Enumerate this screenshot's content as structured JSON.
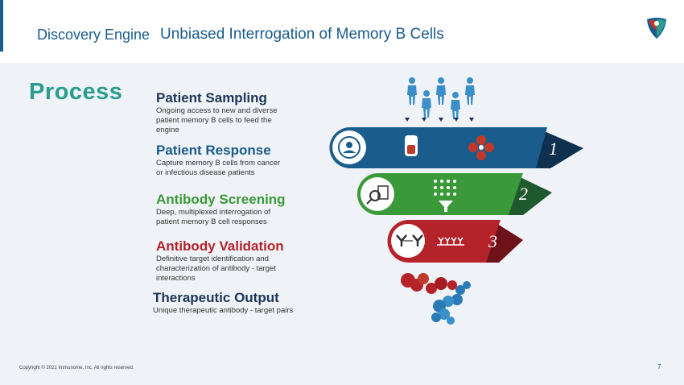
{
  "header": {
    "section": "Discovery Engine",
    "subtitle": "Unbiased Interrogation of Memory B Cells"
  },
  "main": {
    "heading": "Process",
    "steps": [
      {
        "title": "Patient Sampling",
        "description": "Ongoing access to new and diverse patient memory B cells to feed the engine"
      },
      {
        "title": "Patient Response",
        "description": "Capture memory B cells from cancer or infectious disease patients"
      },
      {
        "title": "Antibody Screening",
        "description": "Deep, multiplexed interrogation of patient memory B cell responses"
      },
      {
        "title": "Antibody Validation",
        "description": "Definitive target identification and characterization of antibody - target interactions"
      },
      {
        "title": "Therapeutic Output",
        "description": "Unique therapeutic antibody - target pairs"
      }
    ],
    "funnel_numbers": [
      "1",
      "2",
      "3"
    ]
  },
  "footer": {
    "copyright": "Copyright © 2021 Immunome, Inc. All rights reserved.",
    "page": "7"
  },
  "colors": {
    "brand_blue": "#1a5c8c",
    "teal": "#2a9d8f",
    "green": "#3a9a3a",
    "red": "#b4222a",
    "navy": "#1d3557"
  }
}
